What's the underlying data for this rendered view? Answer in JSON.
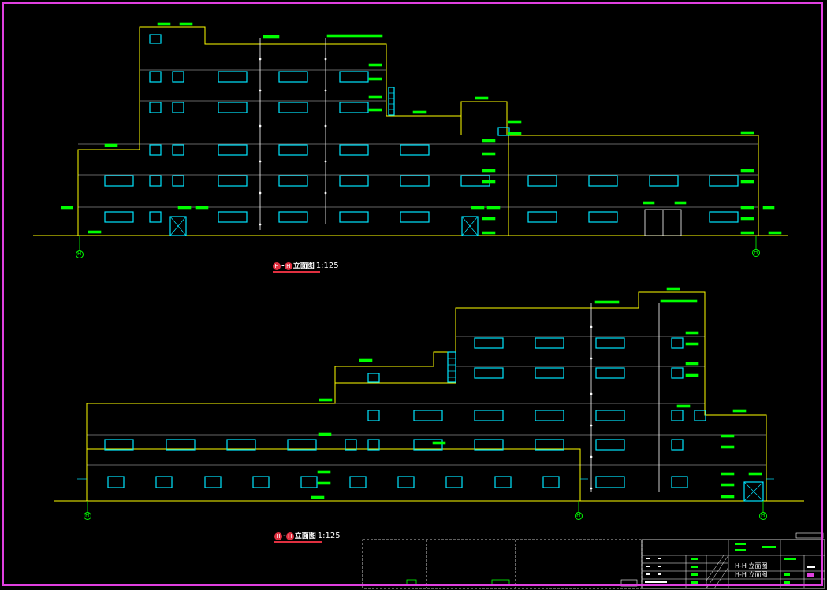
{
  "drawing": {
    "views": [
      {
        "id": "upper",
        "axis_start": "H",
        "axis_end": "H",
        "separator": "-",
        "title_suffix": "立面图",
        "scale": "1:125"
      },
      {
        "id": "lower",
        "axis_start": "H",
        "axis_end": "H",
        "separator": "-",
        "title_suffix": "立面图",
        "scale": "1:125"
      }
    ],
    "axis_markers": [
      "H",
      "H",
      "H",
      "H",
      "H"
    ],
    "title_block": {
      "drawing_names": [
        "H-H 立面图",
        "H-H 立面图"
      ]
    }
  },
  "colors": {
    "outline": "#ffff00",
    "windows": "#00e5ff",
    "floor_lines": "#ffffff",
    "annotations": "#00ff00",
    "frame": "#e040e0",
    "view_tag": "#e03040"
  }
}
